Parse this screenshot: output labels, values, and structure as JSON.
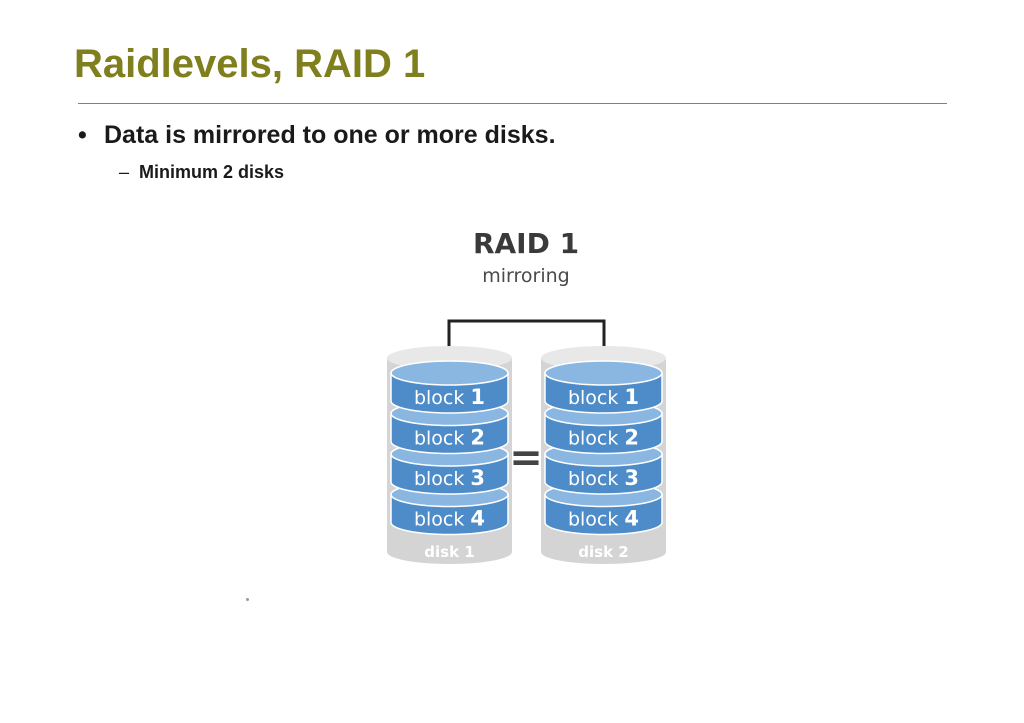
{
  "slide": {
    "title": "Raidlevels, RAID 1",
    "bullet_mark": "•",
    "sub_mark": "–",
    "bullet": "Data is mirrored to one or more disks.",
    "sub_bullet": "Minimum 2 disks"
  },
  "diagram": {
    "title": "RAID 1",
    "subtitle": "mirroring",
    "equals": "=",
    "colors": {
      "block_fill": "#4d8cc8",
      "block_top": "#8ab6e2",
      "disk_body": "#d4d4d4",
      "text": "#ffffff",
      "connector": "#222222"
    },
    "disks": [
      {
        "label": "disk 1",
        "blocks": [
          {
            "word": "block",
            "num": "1"
          },
          {
            "word": "block",
            "num": "2"
          },
          {
            "word": "block",
            "num": "3"
          },
          {
            "word": "block",
            "num": "4"
          }
        ]
      },
      {
        "label": "disk 2",
        "blocks": [
          {
            "word": "block",
            "num": "1"
          },
          {
            "word": "block",
            "num": "2"
          },
          {
            "word": "block",
            "num": "3"
          },
          {
            "word": "block",
            "num": "4"
          }
        ]
      }
    ]
  }
}
